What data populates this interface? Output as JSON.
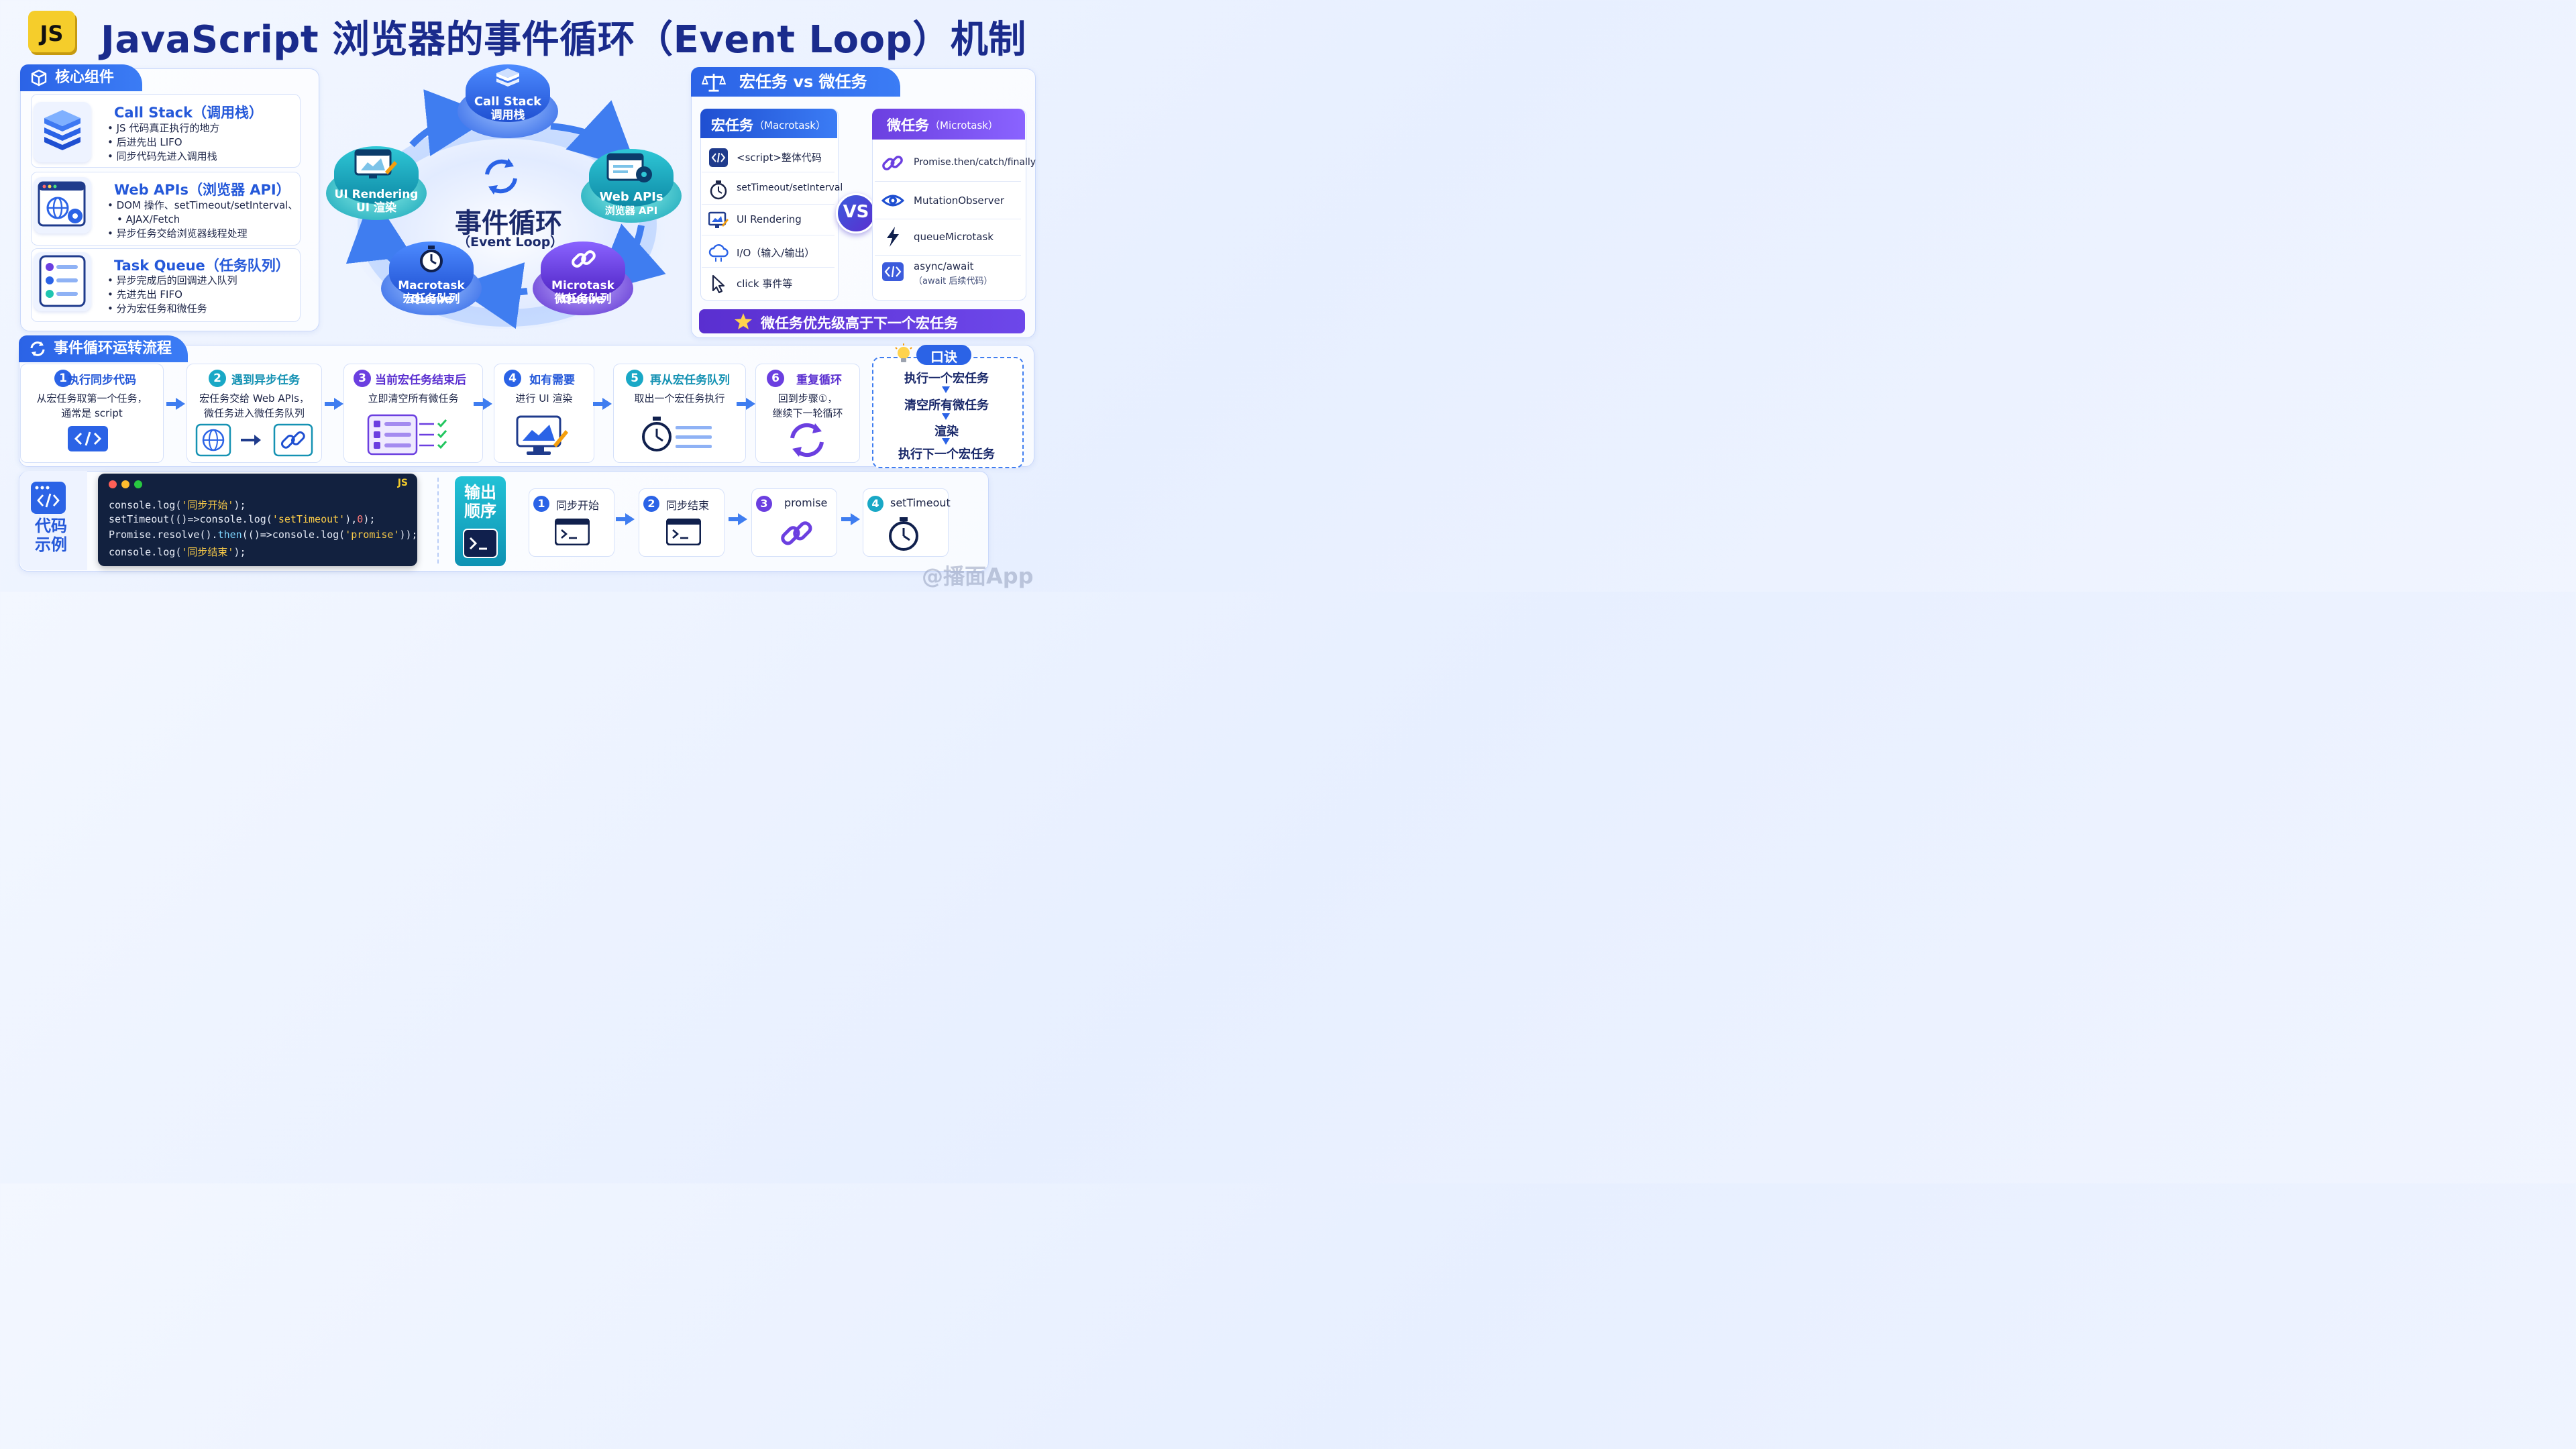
{
  "title": "JavaScript 浏览器的事件循环（Event Loop）机制",
  "logo_text": "JS",
  "colors": {
    "primary": "#2b63e6",
    "purple": "#6b3fe0",
    "cyan": "#1aa6d8",
    "dark_navy": "#1a2b8c",
    "code_bg": "#12213f",
    "yellow": "#f5cd2b"
  },
  "core": {
    "tab": "核心组件",
    "items": [
      {
        "title": "Call Stack（调用栈）",
        "icon": "stack-layers-icon",
        "bullets": [
          "JS 代码真正执行的地方",
          "后进先出 LIFO",
          "同步代码先进入调用栈"
        ]
      },
      {
        "title": "Web APIs（浏览器 API）",
        "icon": "browser-globe-gear-icon",
        "bullets": [
          "DOM 操作、setTimeout/setInterval、",
          "AJAX/Fetch",
          "异步任务交给浏览器线程处理"
        ]
      },
      {
        "title": "Task Queue（任务队列）",
        "icon": "task-list-icon",
        "bullets": [
          "异步完成后的回调进入队列",
          "先进先出 FIFO",
          "分为宏任务和微任务"
        ]
      }
    ]
  },
  "loop": {
    "center_title": "事件循环",
    "center_sub": "（Event Loop）",
    "nodes": [
      {
        "en": "Call Stack",
        "zh": "调用栈"
      },
      {
        "en": "Web APIs",
        "zh": "浏览器 API"
      },
      {
        "en": "Microtask Queue",
        "zh": "微任务队列"
      },
      {
        "en": "Macrotask Queue",
        "zh": "宏任务队列"
      },
      {
        "en": "UI Rendering",
        "zh": "UI 渲染"
      }
    ]
  },
  "compare": {
    "tab": "宏任务 vs 微任务",
    "vs": "VS",
    "macro": {
      "title": "宏任务",
      "title_en": "（Macrotask）",
      "items": [
        {
          "label": "<script>整体代码",
          "icon": "code-tag-icon"
        },
        {
          "label": "setTimeout/setInterval",
          "icon": "stopwatch-icon"
        },
        {
          "label": "UI Rendering",
          "icon": "monitor-brush-icon"
        },
        {
          "label": "I/O（输入/输出）",
          "icon": "cloud-io-icon"
        },
        {
          "label": "click 事件等",
          "icon": "cursor-icon"
        }
      ]
    },
    "micro": {
      "title": "微任务",
      "title_en": "（Microtask）",
      "items": [
        {
          "label": "Promise.then/catch/finally",
          "icon": "chain-link-icon"
        },
        {
          "label": "MutationObserver",
          "icon": "eye-icon"
        },
        {
          "label": "queueMicrotask",
          "icon": "lightning-icon"
        },
        {
          "label": "async/await",
          "sub": "（await 后续代码）",
          "icon": "code-tag-icon"
        }
      ]
    },
    "banner": "微任务优先级高于下一个宏任务"
  },
  "flow": {
    "tab": "事件循环运转流程",
    "steps": [
      {
        "num": "1",
        "title": "执行同步代码",
        "desc": [
          "从宏任务取第一个任务，",
          "通常是 script"
        ]
      },
      {
        "num": "2",
        "title": "遇到异步任务",
        "desc": [
          "宏任务交给 Web APIs，",
          "微任务进入微任务队列"
        ]
      },
      {
        "num": "3",
        "title": "当前宏任务结束后",
        "desc": [
          "立即清空所有微任务"
        ]
      },
      {
        "num": "4",
        "title": "如有需要",
        "desc": [
          "进行 UI 渲染"
        ]
      },
      {
        "num": "5",
        "title": "再从宏任务队列",
        "desc": [
          "取出一个宏任务执行"
        ]
      },
      {
        "num": "6",
        "title": "重复循环",
        "desc": [
          "回到步骤①，",
          "继续下一轮循环"
        ]
      }
    ],
    "mnemonic": {
      "title": "口诀",
      "lines": [
        "执行一个宏任务",
        "清空所有微任务",
        "渲染",
        "执行下一个宏任务"
      ]
    }
  },
  "example": {
    "label": "代码示例",
    "code_lang": "JS",
    "lines": [
      [
        [
          "console.log(",
          "#e7ecf7"
        ],
        [
          "'同步开始'",
          "#f7c948"
        ],
        [
          ");",
          "#e7ecf7"
        ]
      ],
      [
        [
          "setTimeout(()=>console.log(",
          "#e7ecf7"
        ],
        [
          "'setTimeout'",
          "#f7c948"
        ],
        [
          "),",
          "#e7ecf7"
        ],
        [
          "0",
          "#ff7a7a"
        ],
        [
          ");",
          "#e7ecf7"
        ]
      ],
      [
        [
          "Promise.resolve().",
          "#e7ecf7"
        ],
        [
          "then",
          "#7dd3fc"
        ],
        [
          "(()=>console.log(",
          "#e7ecf7"
        ],
        [
          "'promise'",
          "#f7c948"
        ],
        [
          "));",
          "#e7ecf7"
        ]
      ],
      [
        [
          "console.log(",
          "#e7ecf7"
        ],
        [
          "'同步结束'",
          "#f7c948"
        ],
        [
          ");",
          "#e7ecf7"
        ]
      ]
    ],
    "output_label": "输出顺序",
    "outputs": [
      {
        "num": "1",
        "label": "同步开始",
        "icon": "terminal-icon"
      },
      {
        "num": "2",
        "label": "同步结束",
        "icon": "terminal-icon"
      },
      {
        "num": "3",
        "label": "promise",
        "icon": "chain-link-icon"
      },
      {
        "num": "4",
        "label": "setTimeout",
        "icon": "stopwatch-icon"
      }
    ]
  },
  "watermark": "@播面App"
}
